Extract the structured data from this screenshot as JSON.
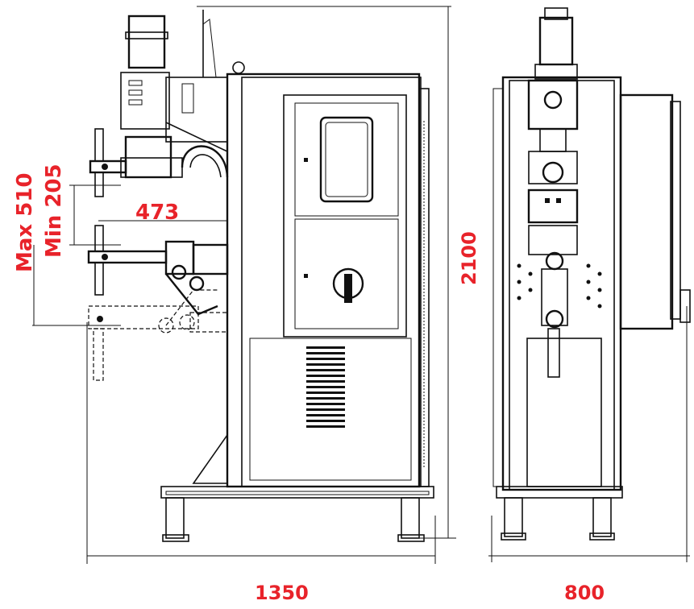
{
  "dimensions": {
    "max_label": "Max 510",
    "min_label": "Min 205",
    "arm_reach": "473",
    "height": "2100",
    "length": "1350",
    "width": "800"
  },
  "colors": {
    "dimension_text": "#e8232a",
    "line": "#111111",
    "background": "#ffffff"
  }
}
